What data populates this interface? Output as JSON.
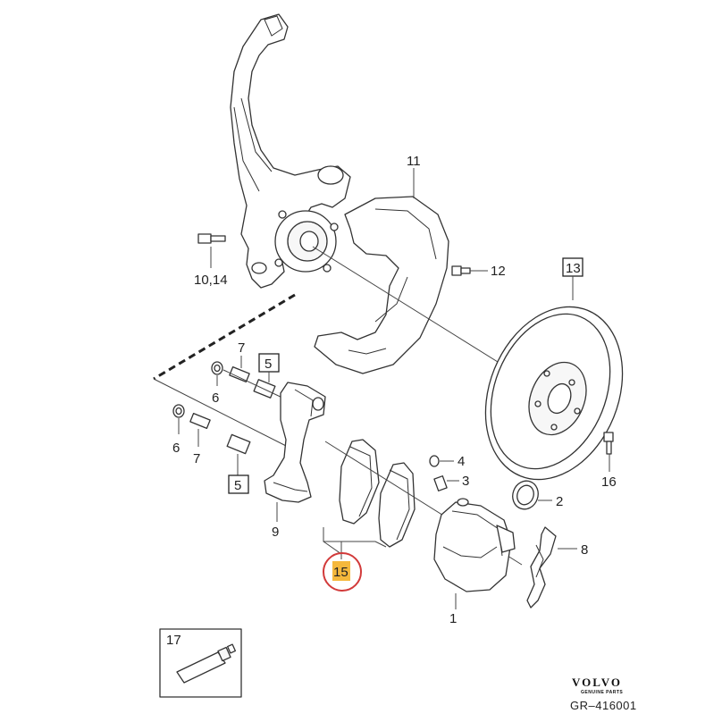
{
  "callouts": {
    "c1": "1",
    "c2": "2",
    "c3": "3",
    "c4": "4",
    "c5a": "5",
    "c5b": "5",
    "c6a": "6",
    "c6b": "6",
    "c7a": "7",
    "c7b": "7",
    "c8": "8",
    "c9": "9",
    "c10_14": "10,14",
    "c11": "11",
    "c12": "12",
    "c13": "13",
    "c15": "15",
    "c16": "16",
    "c17": "17"
  },
  "highlight": {
    "callout": "15",
    "fill_color": "#f5b83c",
    "ring_color": "#d23a3a"
  },
  "brand": {
    "name": "VOLVO",
    "tagline": "GENUINE PARTS"
  },
  "reference": "GR–416001"
}
